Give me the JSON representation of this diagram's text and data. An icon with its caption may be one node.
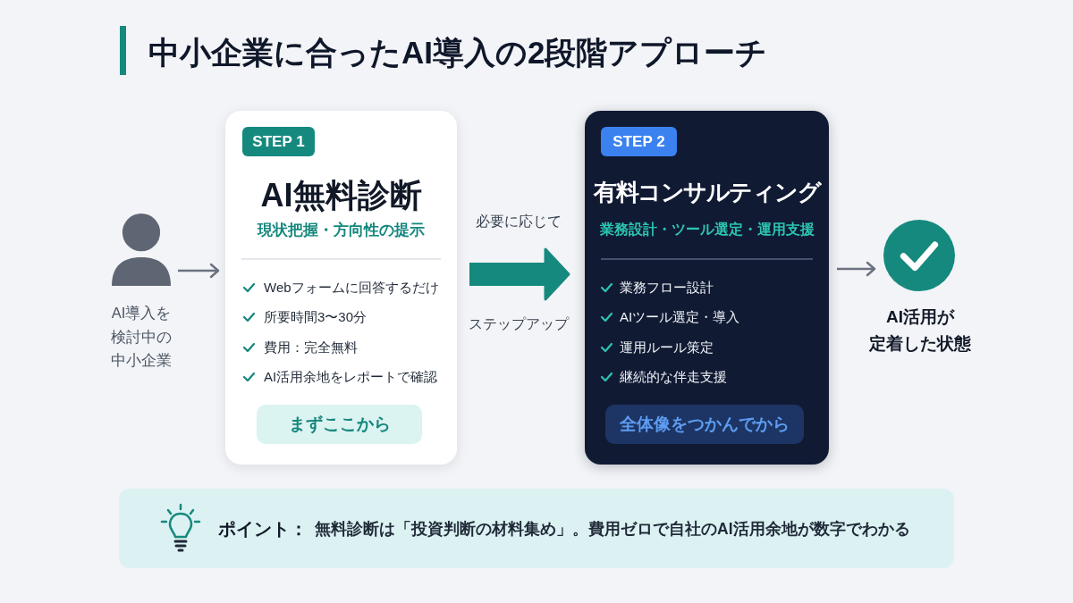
{
  "diagram": {
    "title": "中小企業に合ったAI導入の2段階アプローチ",
    "nodes": [
      {
        "text": [],
        "shape": "person",
        "beside": [
          "AI導入を検討中の中小企業"
        ]
      },
      {
        "text": [
          "AI無料診断",
          "現状把握・方向性の提示",
          "Webフォームに回答するだけ",
          "所要時間3〜30分",
          "費用：完全無料",
          "AI活用余地をレポートで確認"
        ]
      },
      {
        "text": [
          "STEP 1"
        ],
        "in": 1
      },
      {
        "text": [
          "まずここから"
        ],
        "in": 1
      },
      {
        "text": [
          "有料コンサルティング",
          "業務設計・ツール選定・運用支援",
          "業務フロー設計",
          "AIツール選定・導入",
          "運用ルール策定",
          "継続的な伴走支援"
        ]
      },
      {
        "text": [
          "STEP 2"
        ],
        "in": 4
      },
      {
        "text": [
          "全体像をつかんでから"
        ],
        "in": 4
      },
      {
        "text": [],
        "shape": "circle",
        "beside": [
          "AI活用が定着した状態"
        ]
      },
      {
        "text": [
          "ポイント：",
          "無料診断は「投資判断の材料集め」。費用ゼロで自社のAI活用余地が数字でわかる"
        ]
      }
    ],
    "edges": [
      {
        "from": 0,
        "to": 1,
        "arrow": "to"
      },
      {
        "from": 1,
        "to": 4,
        "arrow": "to",
        "label": "必要に応じて",
        "style": "thick",
        "color": "#16897e"
      },
      {
        "from": 4,
        "to": 7,
        "arrow": "to"
      }
    ],
    "labels": [
      "ステップアップ"
    ]
  }
}
